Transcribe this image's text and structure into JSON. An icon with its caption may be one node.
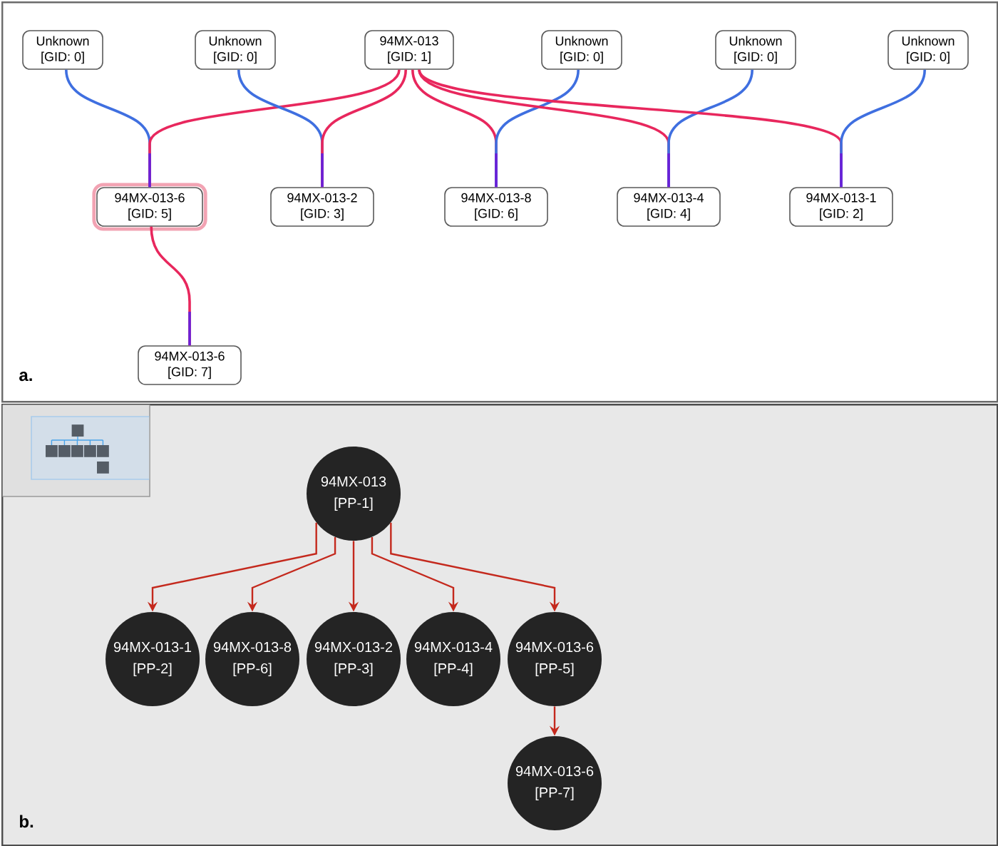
{
  "diagram": {
    "nodes": [
      {
        "text": [
          "a."
        ]
      },
      {
        "text": [
          "Unknown",
          "[GID: 0]"
        ],
        "in": 0
      },
      {
        "text": [
          "Unknown",
          "[GID: 0]"
        ],
        "in": 0
      },
      {
        "text": [
          "94MX-013",
          "[GID: 1]"
        ],
        "in": 0
      },
      {
        "text": [
          "Unknown",
          "[GID: 0]"
        ],
        "in": 0
      },
      {
        "text": [
          "Unknown",
          "[GID: 0]"
        ],
        "in": 0
      },
      {
        "text": [
          "Unknown",
          "[GID: 0]"
        ],
        "in": 0
      },
      {
        "text": [
          "94MX-013-6",
          "[GID: 5]"
        ],
        "in": 0
      },
      {
        "text": [
          "94MX-013-2",
          "[GID: 3]"
        ],
        "in": 0
      },
      {
        "text": [
          "94MX-013-8",
          "[GID: 6]"
        ],
        "in": 0
      },
      {
        "text": [
          "94MX-013-4",
          "[GID: 4]"
        ],
        "in": 0
      },
      {
        "text": [
          "94MX-013-1",
          "[GID: 2]"
        ],
        "in": 0
      },
      {
        "text": [
          "94MX-013-6",
          "[GID: 7]"
        ],
        "in": 0
      },
      {
        "text": [
          "b."
        ]
      },
      {
        "text": [
          "94MX-013",
          "[PP-1]"
        ],
        "in": 13
      },
      {
        "text": [
          "94MX-013-1",
          "[PP-2]"
        ],
        "in": 13
      },
      {
        "text": [
          "94MX-013-8",
          "[PP-6]"
        ],
        "in": 13
      },
      {
        "text": [
          "94MX-013-2",
          "[PP-3]"
        ],
        "in": 13
      },
      {
        "text": [
          "94MX-013-4",
          "[PP-4]"
        ],
        "in": 13
      },
      {
        "text": [
          "94MX-013-6",
          "[PP-5]"
        ],
        "in": 13
      },
      {
        "text": [
          "94MX-013-6",
          "[PP-7]"
        ],
        "in": 13
      }
    ],
    "edges": [
      {
        "from": 1,
        "to": 7,
        "arrow": "none",
        "color": "#3f6fe0"
      },
      {
        "from": 3,
        "to": 7,
        "arrow": "none",
        "color": "#e8275d"
      },
      {
        "from": 2,
        "to": 8,
        "arrow": "none",
        "color": "#3f6fe0"
      },
      {
        "from": 3,
        "to": 8,
        "arrow": "none",
        "color": "#e8275d"
      },
      {
        "from": 3,
        "to": 9,
        "arrow": "none",
        "color": "#e8275d"
      },
      {
        "from": 4,
        "to": 9,
        "arrow": "none",
        "color": "#3f6fe0"
      },
      {
        "from": 3,
        "to": 10,
        "arrow": "none",
        "color": "#e8275d"
      },
      {
        "from": 5,
        "to": 10,
        "arrow": "none",
        "color": "#3f6fe0"
      },
      {
        "from": 3,
        "to": 11,
        "arrow": "none",
        "color": "#e8275d"
      },
      {
        "from": 6,
        "to": 11,
        "arrow": "none",
        "color": "#3f6fe0"
      },
      {
        "from": 7,
        "to": 12,
        "arrow": "none",
        "color": "#e8275d"
      },
      {
        "from": 14,
        "to": 15,
        "arrow": "to",
        "color": "#c4291d"
      },
      {
        "from": 14,
        "to": 16,
        "arrow": "to",
        "color": "#c4291d"
      },
      {
        "from": 14,
        "to": 17,
        "arrow": "to",
        "color": "#c4291d"
      },
      {
        "from": 14,
        "to": 18,
        "arrow": "to",
        "color": "#c4291d"
      },
      {
        "from": 14,
        "to": 19,
        "arrow": "to",
        "color": "#c4291d"
      },
      {
        "from": 19,
        "to": 20,
        "arrow": "to",
        "color": "#c4291d"
      }
    ]
  }
}
